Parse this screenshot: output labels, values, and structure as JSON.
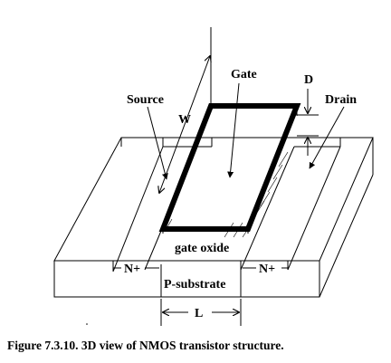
{
  "labels": {
    "gate": "Gate",
    "d": "D",
    "drain": "Drain",
    "source": "Source",
    "w": "W",
    "gate_oxide": "gate oxide",
    "n_left": "N+",
    "n_right": "N+",
    "substrate": "P-substrate",
    "l": "L"
  },
  "caption": "Figure 7.3.10. 3D view of NMOS transistor structure."
}
